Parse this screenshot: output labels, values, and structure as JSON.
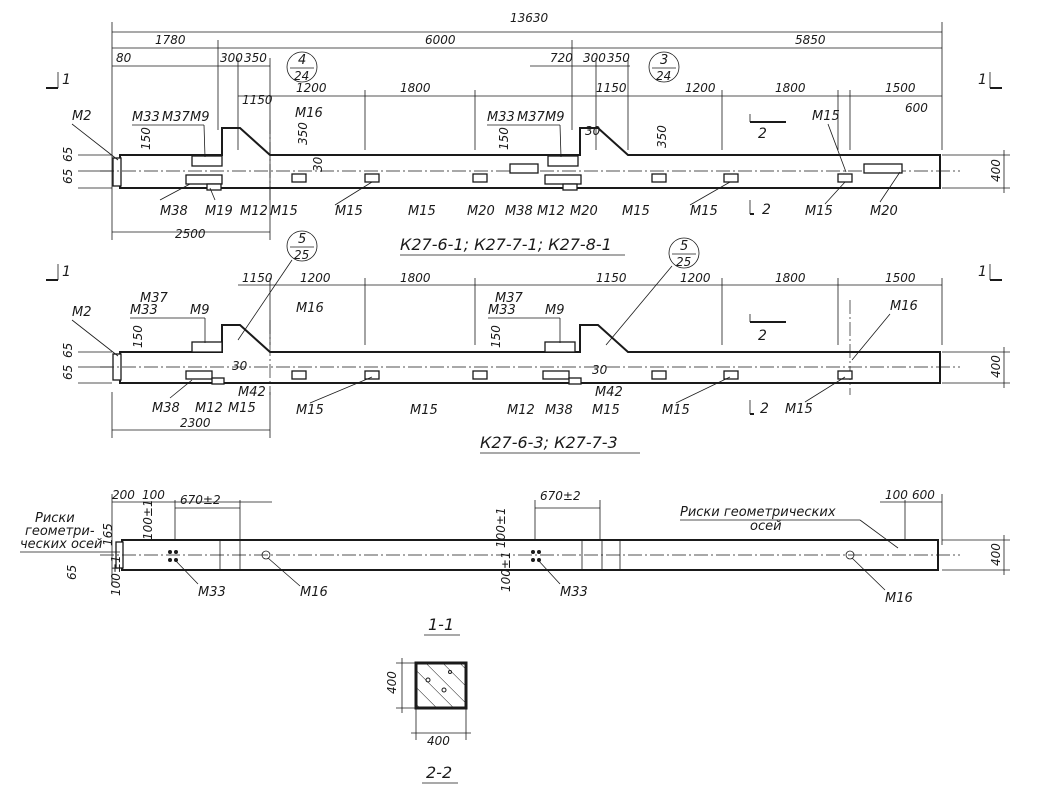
{
  "elevation1": {
    "overall": "13630",
    "dims_top": [
      "1780",
      "6000",
      "5850"
    ],
    "dims_sub": [
      "80",
      "300",
      "350",
      "720",
      "300",
      "350"
    ],
    "dims_row": [
      "1150",
      "1200",
      "1800",
      "1150",
      "1200",
      "1800",
      "1500",
      "600"
    ],
    "dims_vert": [
      "65",
      "65",
      "150",
      "350",
      "30",
      "150",
      "30",
      "350",
      "400"
    ],
    "ref_a_top": "4",
    "ref_a_bot": "24",
    "ref_b_top": "3",
    "ref_b_bot": "24",
    "section_mark": "1",
    "section2_mark": "2",
    "labels_top": [
      "М2",
      "М33",
      "М37",
      "М9",
      "М16",
      "М33",
      "М37",
      "М9",
      "М15"
    ],
    "labels_bottom": [
      "М38",
      "М19",
      "М12",
      "М15",
      "М15",
      "М15",
      "М20",
      "М38",
      "М12",
      "М20",
      "М15",
      "М15",
      "М15",
      "М20"
    ],
    "bottom_dim": "2500",
    "title": "К27-6-1; К27-7-1; К27-8-1"
  },
  "elevation2": {
    "ref_top": "5",
    "ref_bot": "25",
    "ref2_top": "5",
    "ref2_bot": "25",
    "dims_row": [
      "1150",
      "1200",
      "1800",
      "1150",
      "1200",
      "1800",
      "1500"
    ],
    "dims_vert": [
      "65",
      "65",
      "150",
      "30",
      "150",
      "30",
      "400"
    ],
    "labels_top": [
      "М2",
      "М37",
      "М33",
      "М9",
      "М16",
      "М37",
      "М33",
      "М9",
      "М16"
    ],
    "labels_bottom": [
      "М38",
      "М12",
      "М42",
      "М15",
      "М15",
      "М15",
      "М12",
      "М38",
      "М42",
      "М15",
      "М15",
      "М15"
    ],
    "bottom_dim": "2300",
    "title": "К27-6-3; К27-7-3"
  },
  "plan": {
    "dims_top": [
      "200",
      "100",
      "670±2",
      "670±2",
      "100",
      "600"
    ],
    "dims_vert": [
      "165",
      "100±1",
      "100±1",
      "65",
      "100±1",
      "100±1",
      "400"
    ],
    "left_note": [
      "Риски",
      "геометри-",
      "ческих осей"
    ],
    "right_note": [
      "Риски геометрических",
      "осей"
    ],
    "labels": [
      "М33",
      "М16",
      "М33",
      "М16"
    ],
    "title": "1-1"
  },
  "section": {
    "dim_h": "400",
    "dim_v": "400",
    "title": "2-2"
  }
}
